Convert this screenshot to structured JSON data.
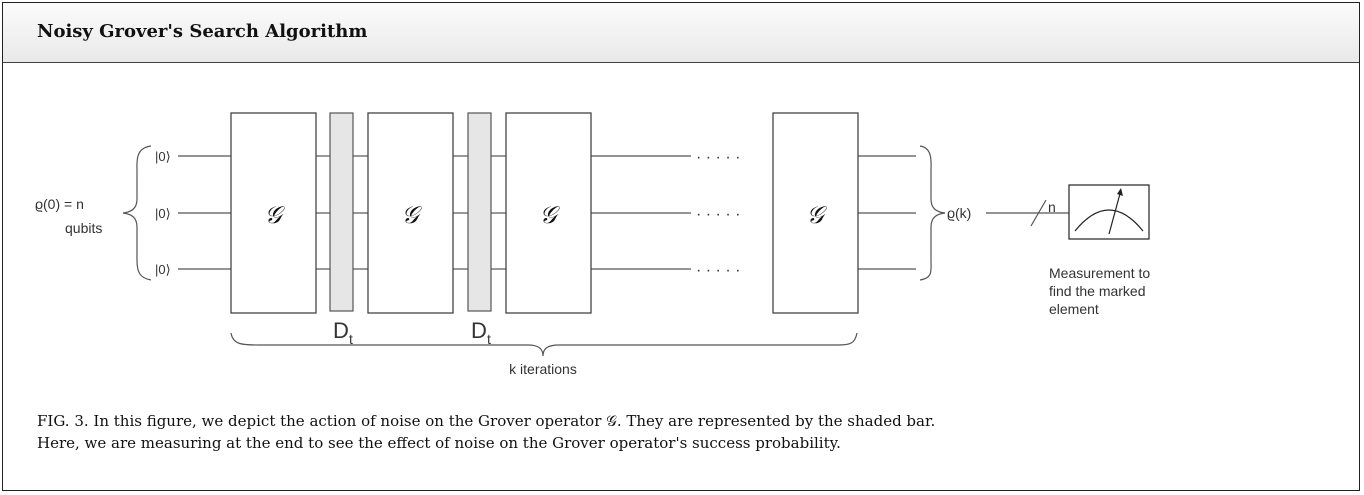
{
  "header": {
    "title": "Noisy Grover's Search Algorithm"
  },
  "diagram": {
    "input_state": "ϱ(0) = n",
    "input_qubits": "qubits",
    "ket_zero": "|0⟩",
    "operator": "𝒢",
    "noise_label": "D",
    "noise_subscript": "t",
    "dots": "· · · · ·",
    "output_state": "ϱ(k)",
    "wire_count": "n",
    "iterations_label": "k iterations",
    "measurement_line1": "Measurement to",
    "measurement_line2": "find the marked",
    "measurement_line3": "element"
  },
  "caption": {
    "line1": "FIG. 3. In this figure, we depict the action of noise on the Grover operator 𝒢. They are represented by the shaded bar.",
    "line2": "Here, we are measuring at the end to see the effect of noise on the Grover operator's success probability."
  }
}
